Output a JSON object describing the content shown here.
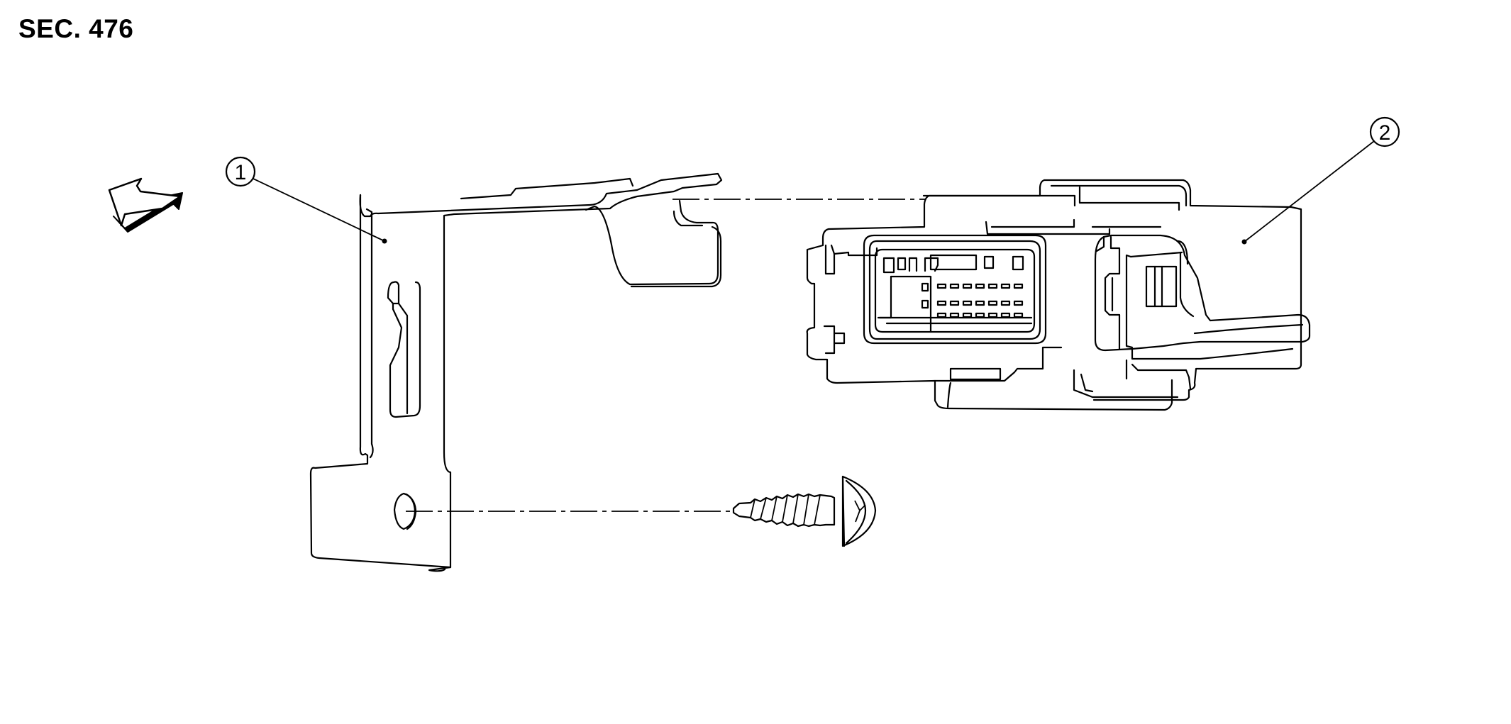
{
  "header": {
    "section": "SEC. 476"
  },
  "callouts": [
    {
      "number": "1"
    },
    {
      "number": "2"
    }
  ],
  "icons": [
    "front-direction-arrow-icon"
  ]
}
